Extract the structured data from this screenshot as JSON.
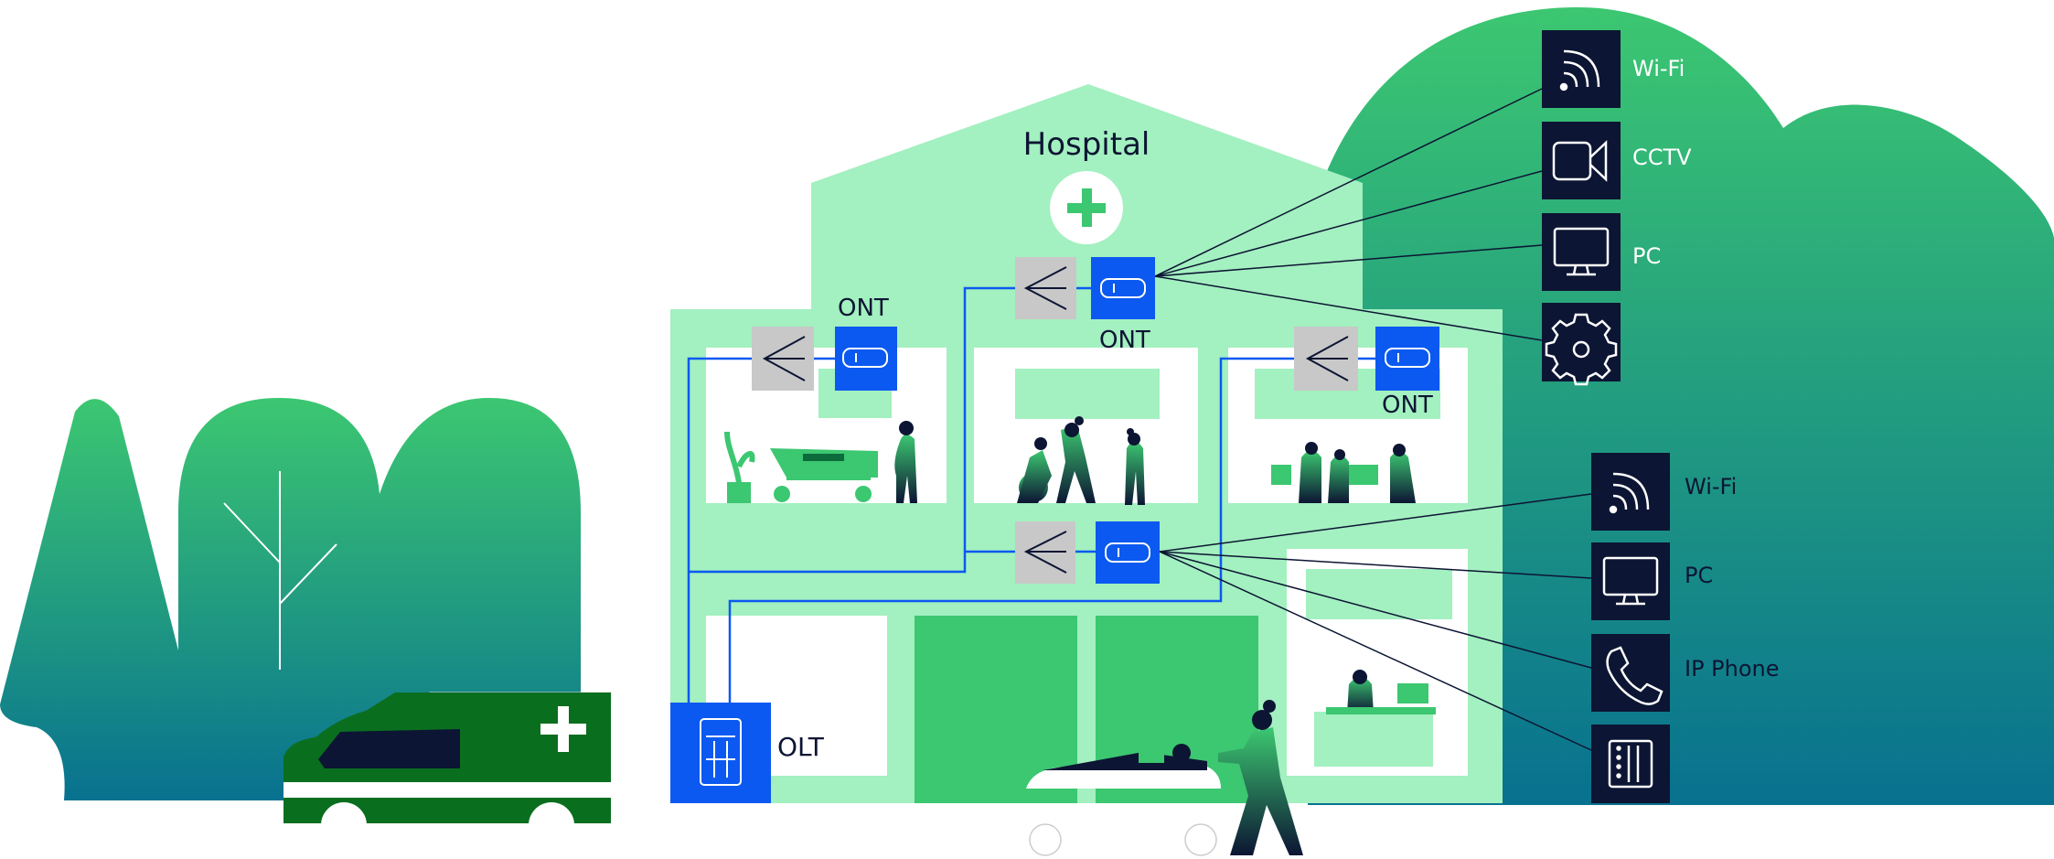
{
  "building": {
    "title": "Hospital"
  },
  "network": {
    "olt_label": "OLT",
    "ont_labels": {
      "left": "ONT",
      "top": "ONT",
      "right": "ONT"
    }
  },
  "devices_top": {
    "wifi": "Wi-Fi",
    "cctv": "CCTV",
    "pc": "PC"
  },
  "devices_bottom": {
    "wifi": "Wi-Fi",
    "pc": "PC",
    "ip_phone": "IP Phone"
  },
  "colors": {
    "building_fill": "#a3f0c0",
    "room_green": "#3cc771",
    "fiber_blue": "#0b59f0",
    "device_box": "#0c1533",
    "splitter_gray": "#c8c8c8",
    "ambulance_green": "#0a6e1f",
    "hill_gradient": [
      "#3cc771",
      "#08718f"
    ]
  },
  "icons": [
    "wifi-icon",
    "cctv-icon",
    "pc-icon",
    "gear-icon",
    "phone-icon",
    "server-icon",
    "olt-icon",
    "ont-icon",
    "splitter-icon",
    "cross-icon"
  ]
}
